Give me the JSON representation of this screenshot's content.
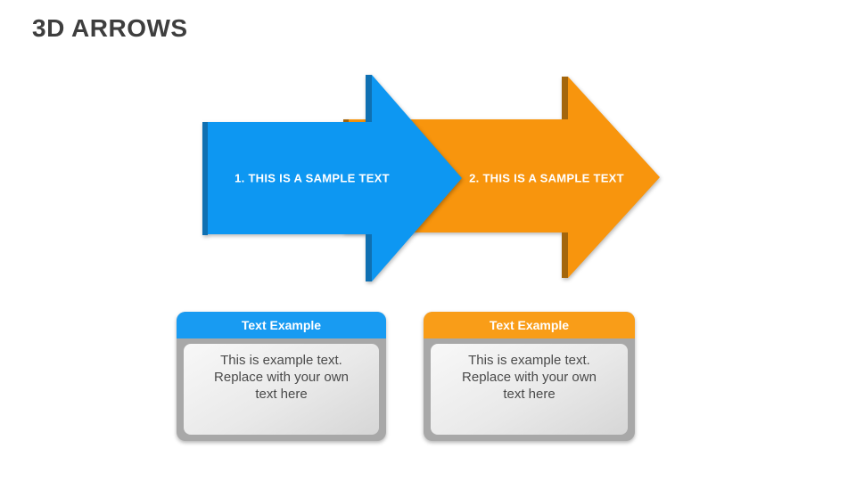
{
  "slide": {
    "title": "3D ARROWS",
    "background_color": "#ffffff",
    "title_color": "#3e3e3e"
  },
  "arrows": [
    {
      "label": "1. THIS IS A SAMPLE TEXT",
      "color": "#0d97f2",
      "side_color": "#0f70b2",
      "label_color": "#ffffff"
    },
    {
      "label": "2. THIS IS A SAMPLE TEXT",
      "color": "#f8950d",
      "side_color": "#a4660c",
      "label_color": "#ffffff"
    }
  ],
  "cards": [
    {
      "header": "Text Example",
      "header_color": "#189bf2",
      "body_lines": [
        "This is example text.",
        "Replace with your own",
        "text here"
      ]
    },
    {
      "header": "Text Example",
      "header_color": "#f99d18",
      "body_lines": [
        "This is example text.",
        "Replace with your own",
        "text here"
      ]
    }
  ]
}
